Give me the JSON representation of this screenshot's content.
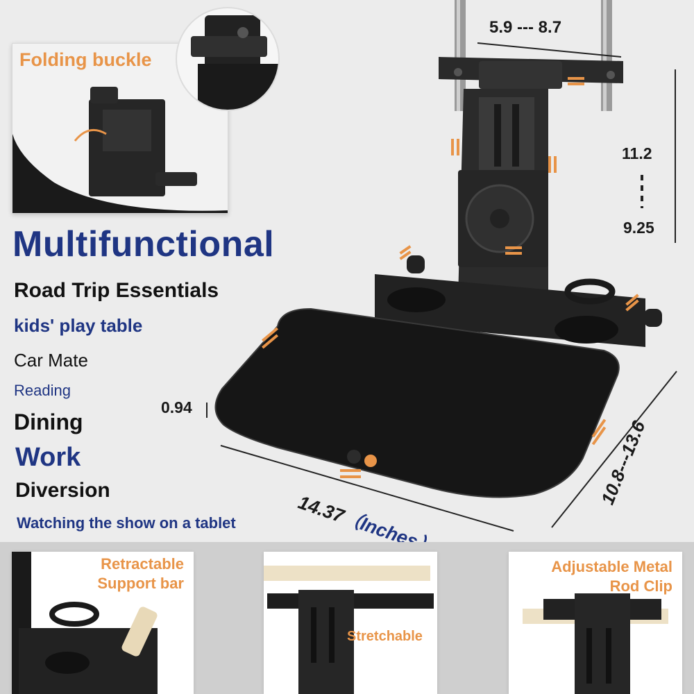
{
  "inset": {
    "title": "Folding buckle"
  },
  "headline": "Multifunctional",
  "features": [
    "Road Trip Essentials",
    "kids' play table",
    "Car Mate",
    "Reading",
    "Dining",
    "Work",
    "Diversion",
    "Watching the show on a tablet"
  ],
  "dimensions": {
    "top_width": "5.9 --- 8.7",
    "height_max": "11.2",
    "height_min": "9.25",
    "thickness": "0.94",
    "width": "14.37",
    "unit": "（Inches）",
    "depth": "10.8---13.6"
  },
  "cards": [
    {
      "label_line1": "Retractable",
      "label_line2": "Support bar"
    },
    {
      "label_line1": "Stretchable",
      "label_line2": ""
    },
    {
      "label_line1": "Adjustable Metal",
      "label_line2": "Rod Clip"
    }
  ],
  "colors": {
    "accent_orange": "#e89448",
    "navy": "#1f3583",
    "product_black": "#1c1c1c",
    "background": "#ececec"
  }
}
